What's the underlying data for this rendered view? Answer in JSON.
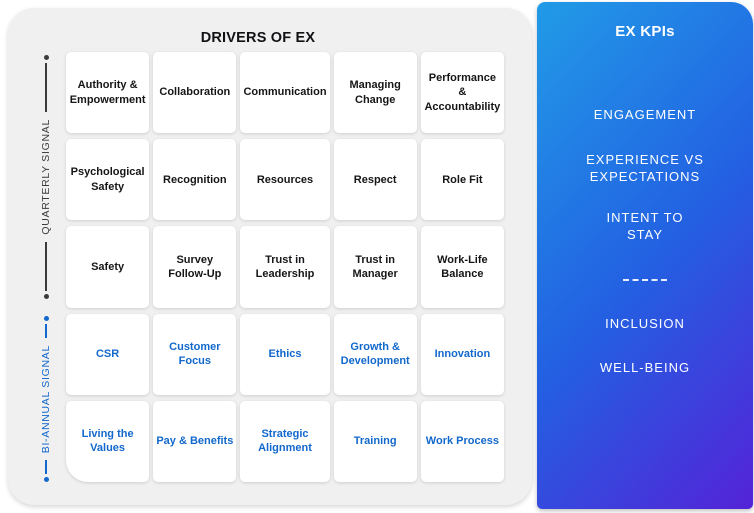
{
  "page": {
    "title": "DRIVERS OF EX"
  },
  "axes": {
    "quarterly_label": "QUARTERLY SIGNAL",
    "biannual_label": "BI-ANNUAL SIGNAL"
  },
  "grid": {
    "cells": [
      "Authority & Empowerment",
      "Collaboration",
      "Communication",
      "Managing Change",
      "Performance & Accountability",
      "Psychological Safety",
      "Recognition",
      "Resources",
      "Respect",
      "Role Fit",
      "Safety",
      "Survey Follow-Up",
      "Trust in Leadership",
      "Trust in Manager",
      "Work-Life Balance",
      "CSR",
      "Customer Focus",
      "Ethics",
      "Growth & Development",
      "Innovation",
      "Living the Values",
      "Pay & Benefits",
      "Strategic Alignment",
      "Training",
      "Work Process"
    ]
  },
  "kpis": {
    "title": "EX KPIs",
    "items": [
      "ENGAGEMENT",
      "EXPERIENCE VS\nEXPECTATIONS",
      "INTENT TO\nSTAY",
      "INCLUSION",
      "WELL-BEING"
    ]
  },
  "colors": {
    "panel_background": "#f0f0f1",
    "card_background": "#ffffff",
    "driver_text_quarterly": "#161618",
    "driver_text_biannual": "#1268cc",
    "axis_quarterly": "#3b3b3d",
    "axis_biannual": "#1268cc",
    "kpi_gradient_start": "#219be7",
    "kpi_gradient_end": "#5423d7",
    "kpi_text": "#ffffff"
  }
}
